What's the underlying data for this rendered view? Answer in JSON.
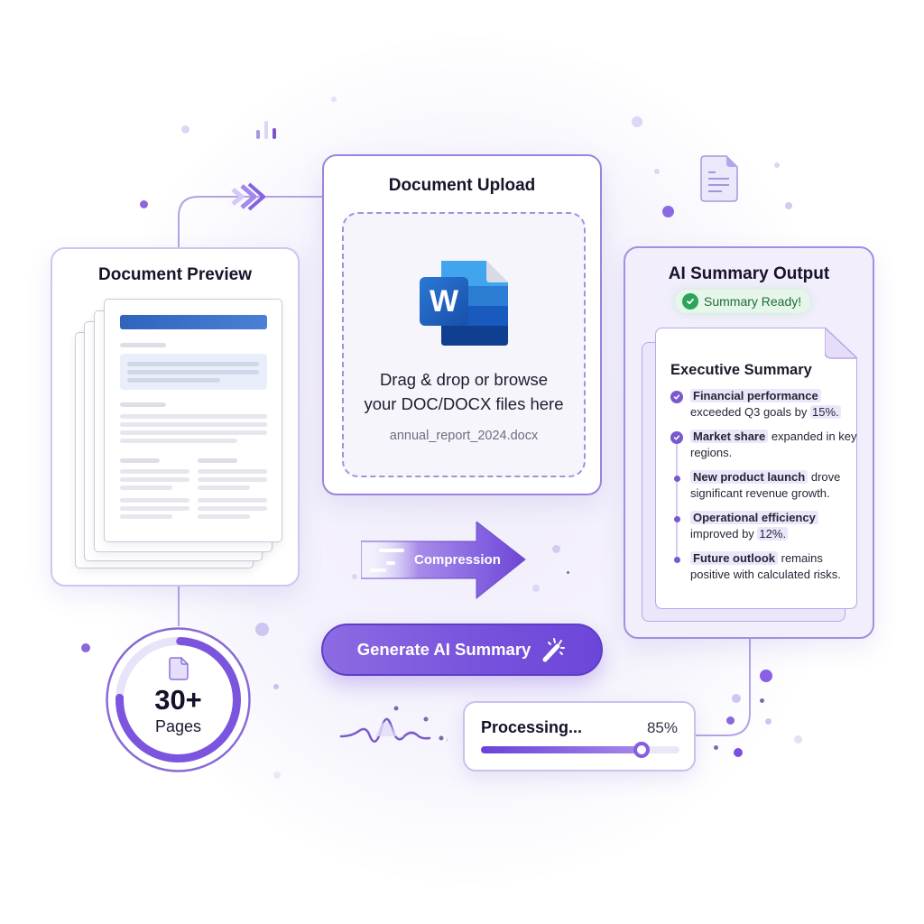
{
  "preview": {
    "title": "Document Preview"
  },
  "upload": {
    "title": "Document Upload",
    "drop_text_line1": "Drag & drop or browse",
    "drop_text_line2": "your DOC/DOCX files here",
    "file_name": "annual_report_2024.docx",
    "file_icon": "word-docx-icon"
  },
  "output": {
    "title": "AI Summary Output",
    "status_badge": "Summary Ready!",
    "status_color": "#2aa55a",
    "document_title": "Executive Summary",
    "items": [
      {
        "marker": "check",
        "highlight": "Financial performance",
        "text": "exceeded Q3 goals by ",
        "tail_highlight": "15%."
      },
      {
        "marker": "check",
        "highlight": "Market share",
        "text": " expanded in key regions.",
        "tail_highlight": ""
      },
      {
        "marker": "dot",
        "highlight": "New product launch",
        "text": " drove significant revenue growth.",
        "tail_highlight": ""
      },
      {
        "marker": "dot",
        "highlight": "Operational efficiency",
        "text": "improved by ",
        "tail_highlight": "12%."
      },
      {
        "marker": "dot",
        "highlight": "Future outlook",
        "text": " remains positive with calculated risks.",
        "tail_highlight": ""
      }
    ]
  },
  "compression": {
    "label": "Compression"
  },
  "generate_button": {
    "label": "Generate AI Summary",
    "icon": "magic-wand-icon"
  },
  "pages": {
    "count": "30+",
    "label": "Pages",
    "ring_progress_percent": 75
  },
  "processing": {
    "label": "Processing...",
    "percent_text": "85%",
    "percent": 85
  },
  "colors": {
    "accent": "#7651dc",
    "accent_light": "#ece6fb",
    "border": "#c9bdf0",
    "word_blue": "#185abd"
  }
}
